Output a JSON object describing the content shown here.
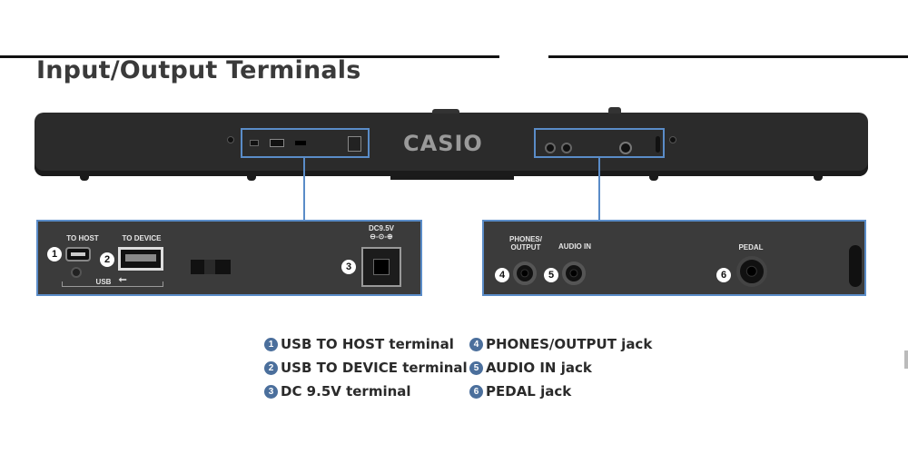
{
  "title": "Input/Output Terminals",
  "logo": "CASIO",
  "panel_left": {
    "to_host": "TO HOST",
    "to_device": "TO DEVICE",
    "usb": "USB",
    "dc": "DC9.5V"
  },
  "panel_right": {
    "phones": "PHONES/ OUTPUT",
    "audio_in": "AUDIO IN",
    "pedal": "PEDAL"
  },
  "badges": [
    "1",
    "2",
    "3",
    "4",
    "5",
    "6"
  ],
  "legend": [
    {
      "num": "1",
      "text": "USB TO HOST terminal"
    },
    {
      "num": "2",
      "text": "USB TO DEVICE terminal"
    },
    {
      "num": "3",
      "text": "DC 9.5V terminal"
    },
    {
      "num": "4",
      "text": "PHONES/OUTPUT jack"
    },
    {
      "num": "5",
      "text": "AUDIO IN jack"
    },
    {
      "num": "6",
      "text": "PEDAL jack"
    }
  ],
  "colors": {
    "accent": "#5a8cc8",
    "badge": "#4b6f9c",
    "body": "#2b2b2b"
  }
}
